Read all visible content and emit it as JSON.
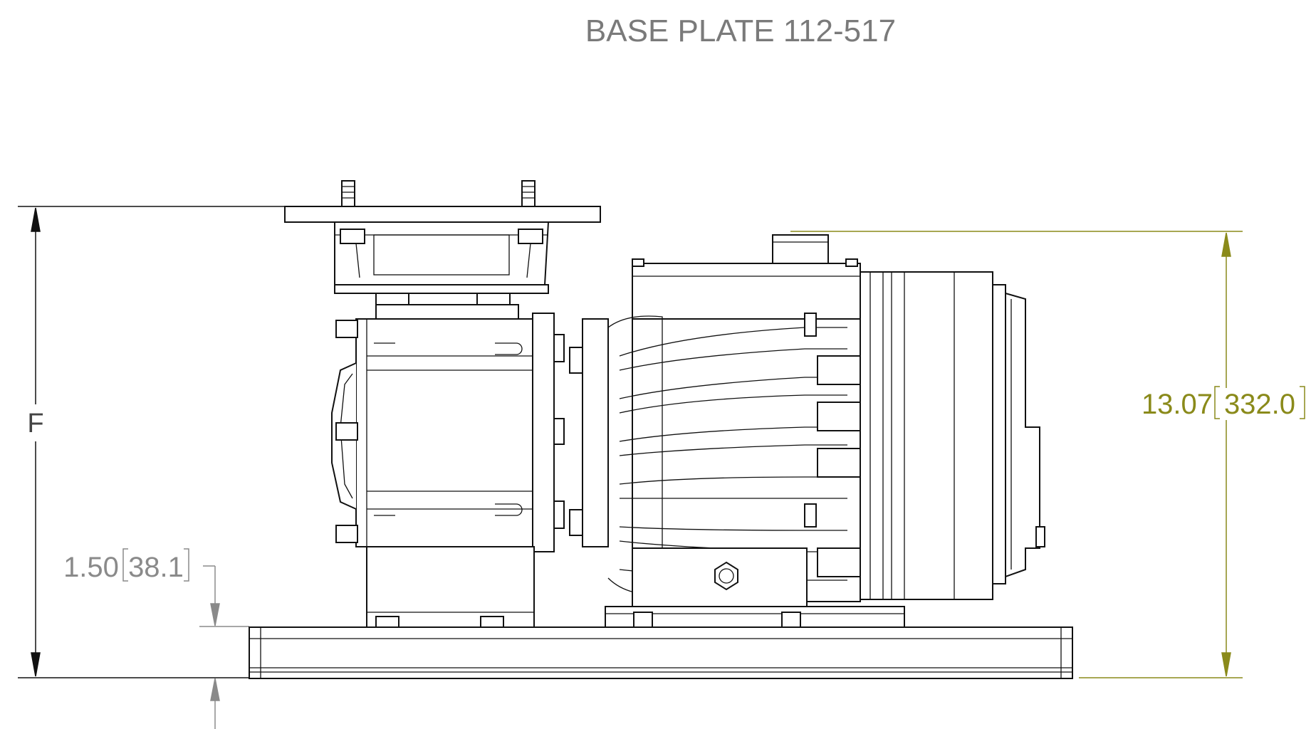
{
  "title": "BASE PLATE 112-517",
  "dimensions": {
    "overall_label": "F",
    "offset_value": "1.50",
    "offset_metric": "38.1",
    "height_value": "13.07",
    "height_metric": "332.0"
  },
  "colors": {
    "title": "#7a7a7a",
    "dimension_grey": "#8a8a8a",
    "dimension_olive": "#8a8a1a",
    "linework": "#111111"
  }
}
